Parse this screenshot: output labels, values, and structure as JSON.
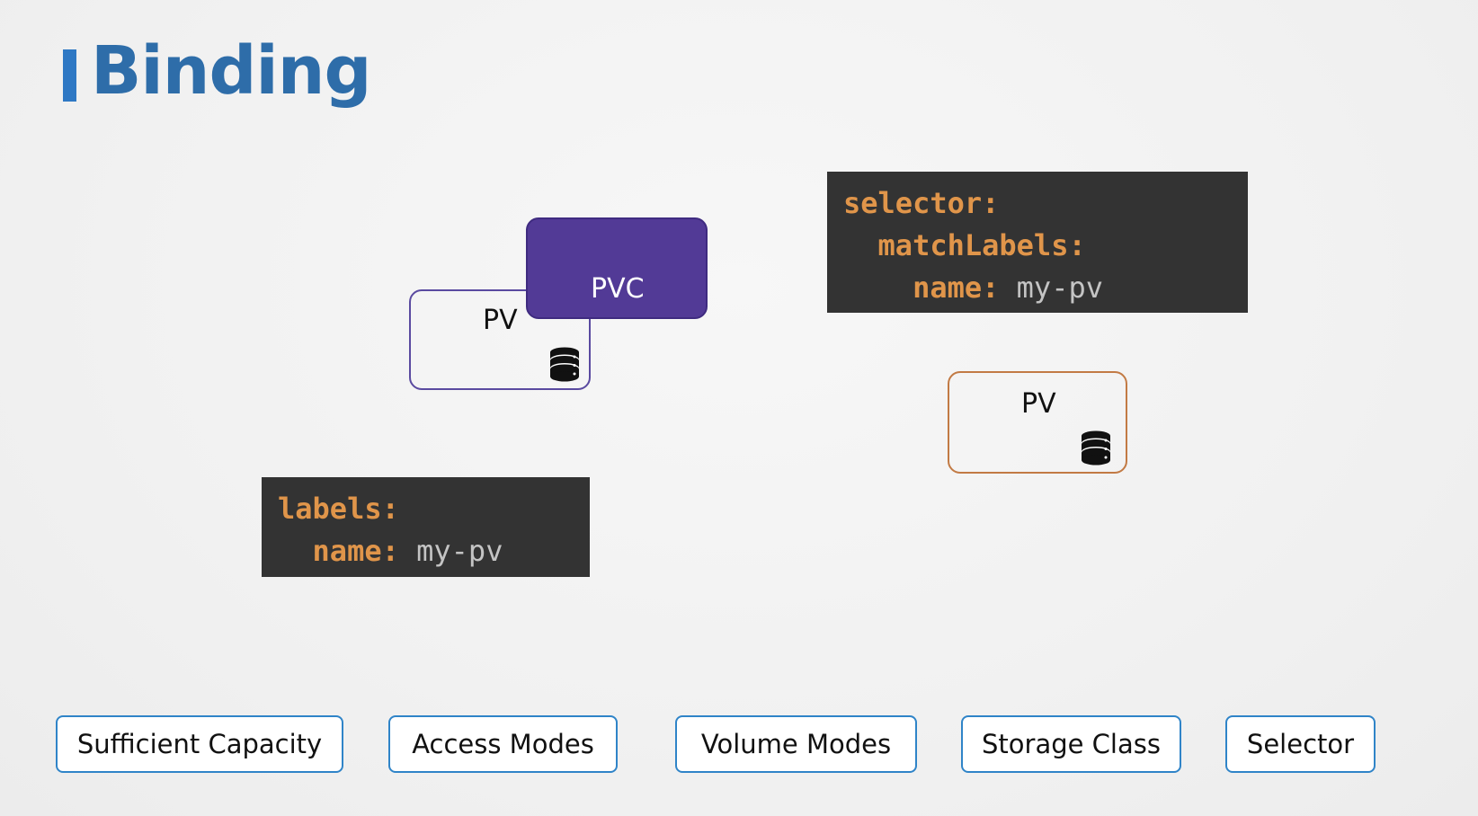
{
  "title": "Binding",
  "left_group": {
    "pv_label": "PV",
    "pvc_label": "PVC"
  },
  "right_group": {
    "pv_label": "PV"
  },
  "selector_code": {
    "line1_key": "selector:",
    "line2_key": "matchLabels:",
    "line3_key": "name:",
    "line3_value": "my-pv"
  },
  "labels_code": {
    "line1_key": "labels:",
    "line2_key": "name:",
    "line2_value": "my-pv"
  },
  "criteria": [
    "Sufficient Capacity",
    "Access Modes",
    "Volume Modes",
    "Storage Class",
    "Selector"
  ],
  "icons": {
    "storage": "database-icon"
  },
  "colors": {
    "title": "#2e6da9",
    "pvc_fill": "#523a96",
    "pv_left_border": "#5a4aa0",
    "pv_right_border": "#c27a44",
    "code_bg": "#333333",
    "code_key": "#e0954a",
    "code_value": "#c4c4c4",
    "tag_border": "#2f84c8"
  }
}
